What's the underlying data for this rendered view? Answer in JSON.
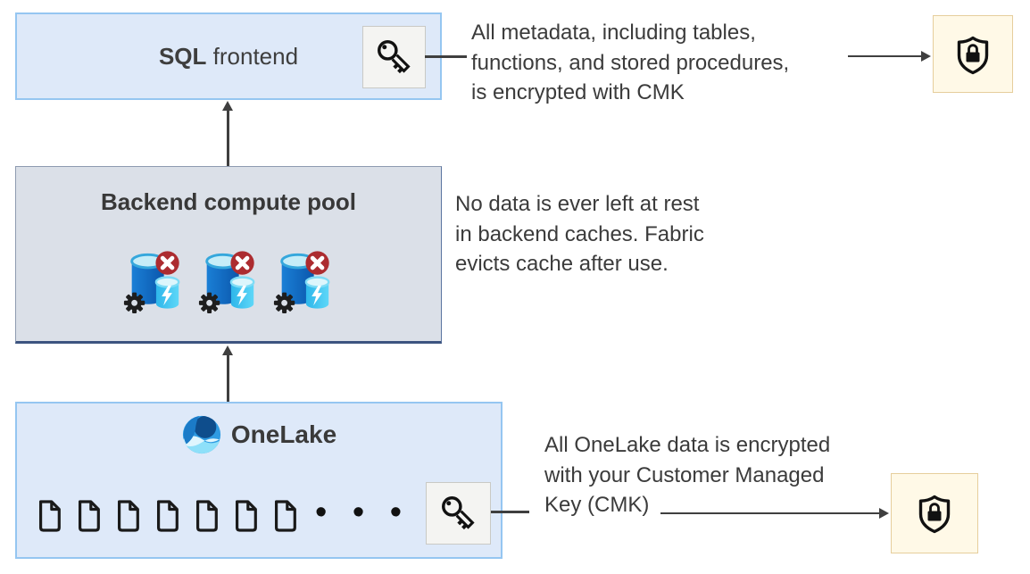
{
  "boxes": {
    "sql_frontend": {
      "label_bold": "SQL",
      "label_regular": "frontend"
    },
    "backend_pool": {
      "label": "Backend compute pool"
    },
    "onelake": {
      "label": "OneLake",
      "ellipsis": "• • •"
    }
  },
  "annotations": {
    "metadata_lines": [
      "All metadata, including tables,",
      "functions, and stored procedures,",
      "is encrypted with CMK"
    ],
    "cache_lines": [
      "No data is ever left at rest",
      "in backend caches. Fabric",
      "evicts cache after use."
    ],
    "onelake_lines": [
      "All OneLake data is encrypted",
      "with your Customer Managed",
      "Key (CMK)"
    ]
  },
  "icons": {
    "key": "key-icon",
    "shield_lock": "shield-lock-icon",
    "document": "document-icon",
    "compute_database_evicted": "database-compute-x-icon",
    "onelake_logo": "onelake-logo"
  },
  "colors": {
    "box_blue_fill": "#DEE9F9",
    "box_blue_border": "#95C6F1",
    "pool_fill": "#DBE0E8",
    "pool_border_bottom": "#3D5480",
    "key_tile_fill": "#F4F4F2",
    "key_tile_border": "#C9C9C5",
    "shield_tile_fill": "#FFF9E7",
    "shield_tile_border": "#E6CE9C",
    "arrow": "#3F3F3F",
    "text": "#3B3B3B",
    "error_badge_red": "#AC2C30",
    "database_blue": "#0B57AC",
    "database_light_blue": "#3EC4EF"
  }
}
